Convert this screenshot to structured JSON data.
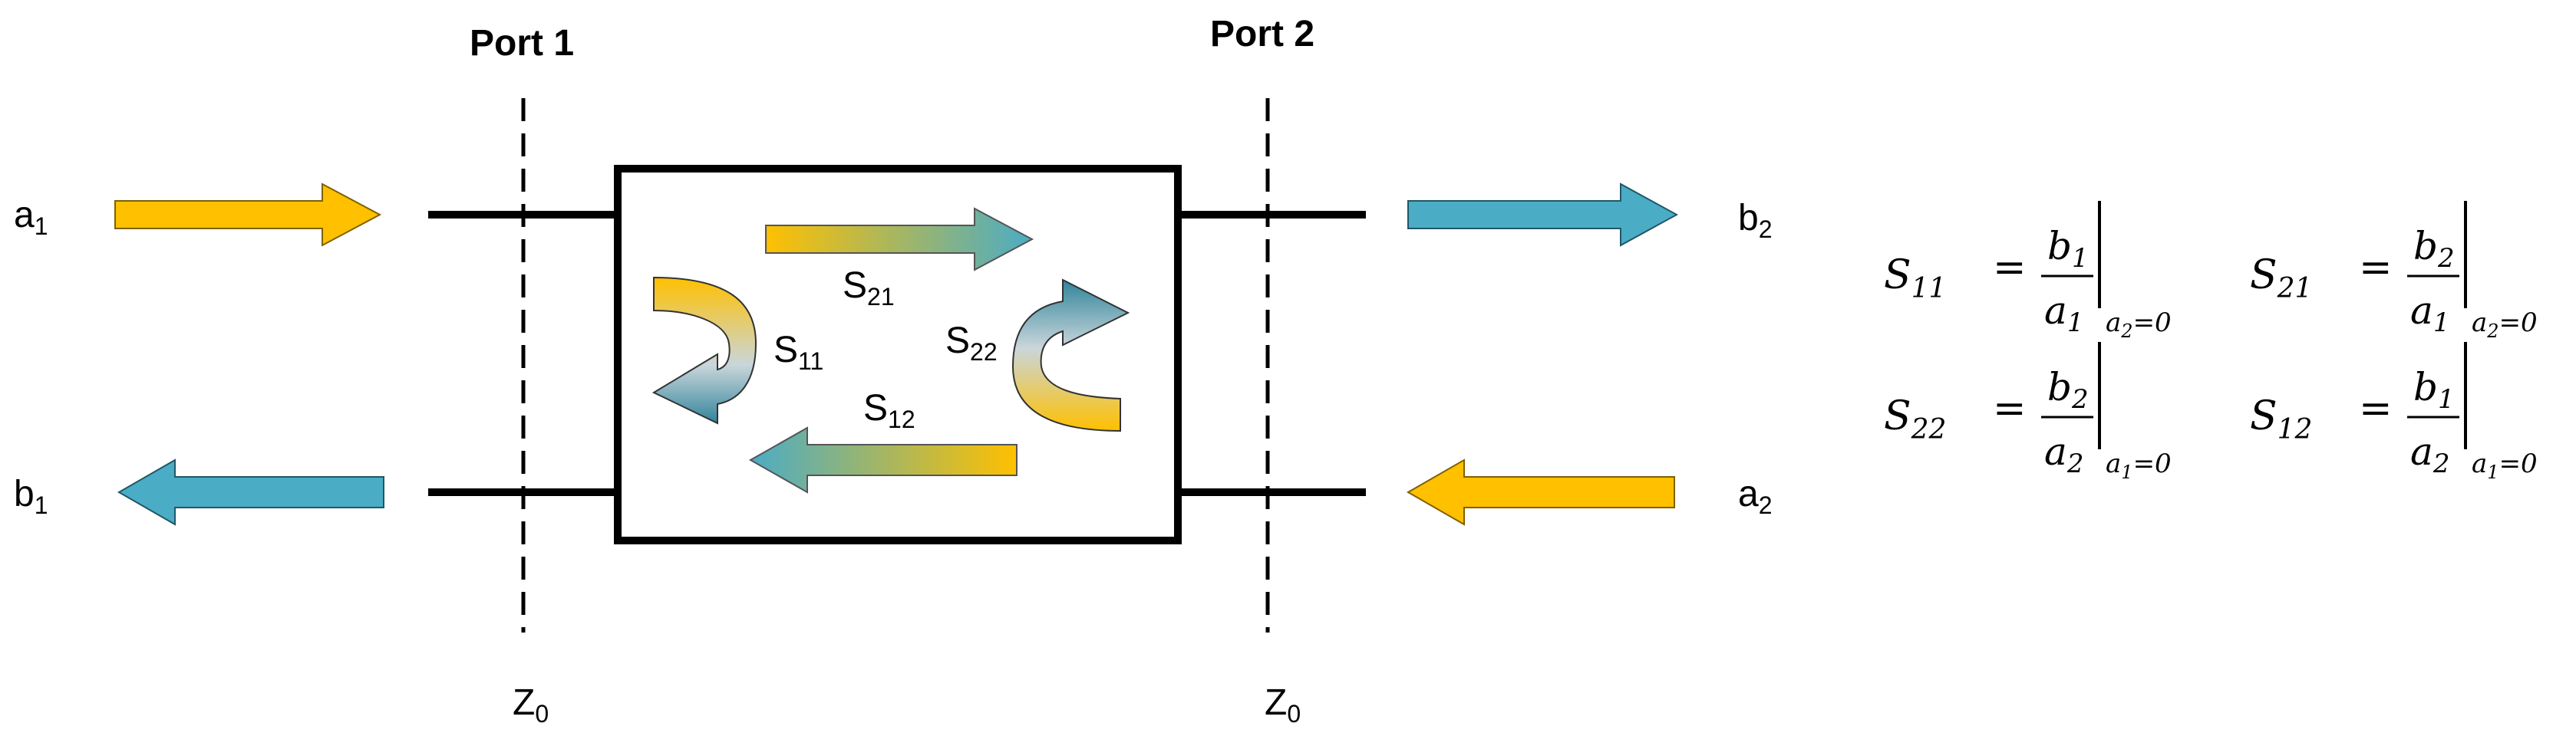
{
  "ports": {
    "port1": "Port 1",
    "port2": "Port 2"
  },
  "impedance": {
    "left": "Z",
    "left_sub": "0",
    "right": "Z",
    "right_sub": "0"
  },
  "waves": {
    "a1": {
      "base": "a",
      "sub": "1"
    },
    "b1": {
      "base": "b",
      "sub": "1"
    },
    "a2": {
      "base": "a",
      "sub": "2"
    },
    "b2": {
      "base": "b",
      "sub": "2"
    }
  },
  "params": {
    "s11": {
      "base": "S",
      "sub": "11"
    },
    "s21": {
      "base": "S",
      "sub": "21"
    },
    "s12": {
      "base": "S",
      "sub": "12"
    },
    "s22": {
      "base": "S",
      "sub": "22"
    }
  },
  "equations": {
    "eq_s11": {
      "lhs": "S",
      "lhs_sub": "11",
      "eq": "=",
      "num": "b",
      "num_sub": "1",
      "den": "a",
      "den_sub": "1",
      "cond_var": "a",
      "cond_sub": "2",
      "cond_rest": "=0"
    },
    "eq_s21": {
      "lhs": "S",
      "lhs_sub": "21",
      "eq": "=",
      "num": "b",
      "num_sub": "2",
      "den": "a",
      "den_sub": "1",
      "cond_var": "a",
      "cond_sub": "2",
      "cond_rest": "=0"
    },
    "eq_s22": {
      "lhs": "S",
      "lhs_sub": "22",
      "eq": "=",
      "num": "b",
      "num_sub": "2",
      "den": "a",
      "den_sub": "2",
      "cond_var": "a",
      "cond_sub": "1",
      "cond_rest": "=0"
    },
    "eq_s12": {
      "lhs": "S",
      "lhs_sub": "12",
      "eq": "=",
      "num": "b",
      "num_sub": "1",
      "den": "a",
      "den_sub": "2",
      "cond_var": "a",
      "cond_sub": "1",
      "cond_rest": "=0"
    }
  },
  "colors": {
    "incident": "#FFC000",
    "reflected": "#4BACC6",
    "reflected_dark": "#31849B",
    "stroke": "#000000"
  }
}
